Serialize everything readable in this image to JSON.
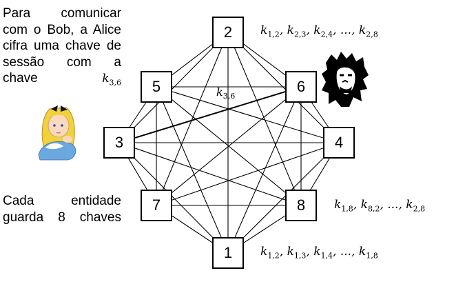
{
  "left_note": "Para comunicar com o Bob, a Alice cifra uma chave de sessão com a chave ",
  "left_note_key": {
    "base": "k",
    "sub": "3,6"
  },
  "bottom_note": "Cada entidade guarda 8 chaves",
  "edge_label": {
    "base": "k",
    "sub": "3,6"
  },
  "nodes": [
    {
      "id": "2",
      "label": "2"
    },
    {
      "id": "5",
      "label": "5"
    },
    {
      "id": "6",
      "label": "6"
    },
    {
      "id": "3",
      "label": "3"
    },
    {
      "id": "4",
      "label": "4"
    },
    {
      "id": "7",
      "label": "7"
    },
    {
      "id": "8",
      "label": "8"
    },
    {
      "id": "1",
      "label": "1"
    }
  ],
  "highlighted_edge": [
    "3",
    "6"
  ],
  "key_lists": {
    "node_2": [
      [
        "k",
        "1,2"
      ],
      [
        "k",
        "2,3"
      ],
      [
        "k",
        "2,4"
      ],
      [
        "...",
        ""
      ],
      [
        "k",
        "2,8"
      ]
    ],
    "node_8": [
      [
        "k",
        "1,8"
      ],
      [
        "k",
        "8,2"
      ],
      [
        "...",
        ""
      ],
      [
        "k",
        "2,8"
      ]
    ],
    "node_1": [
      [
        "k",
        "1,2"
      ],
      [
        "k",
        "1,3"
      ],
      [
        "k",
        "1,4"
      ],
      [
        "...",
        ""
      ],
      [
        "k",
        "1,8"
      ]
    ]
  },
  "icons": {
    "alice": "alice-illustration-icon",
    "bob": "bob-portrait-icon"
  }
}
